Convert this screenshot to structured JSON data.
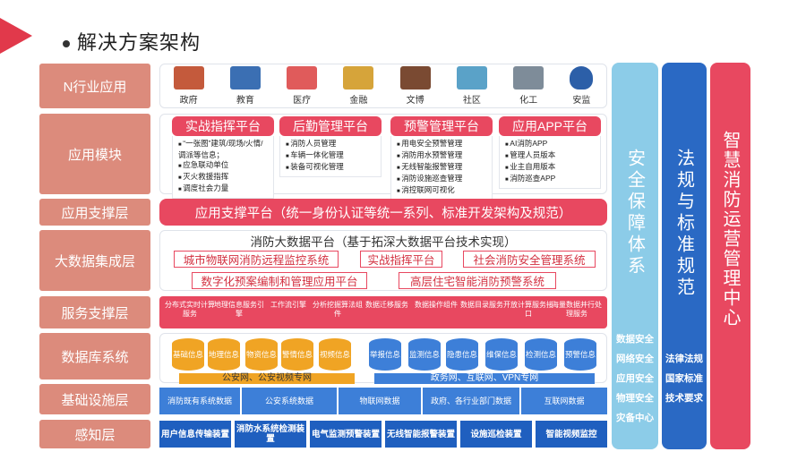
{
  "title": "解决方案架构",
  "layers": [
    "N行业应用",
    "应用模块",
    "应用支撑层",
    "大数据集成层",
    "服务支撑层",
    "数据库系统",
    "基础设施层",
    "感知层"
  ],
  "industries": [
    {
      "label": "政府",
      "color": "#c45a3c"
    },
    {
      "label": "教育",
      "color": "#3b6fb3"
    },
    {
      "label": "医疗",
      "color": "#e05b5b"
    },
    {
      "label": "金融",
      "color": "#d6a43a"
    },
    {
      "label": "文博",
      "color": "#7a4a32"
    },
    {
      "label": "社区",
      "color": "#5aa2c8"
    },
    {
      "label": "化工",
      "color": "#7e8c99"
    },
    {
      "label": "安监",
      "color": "#2c5fa8"
    }
  ],
  "modules": [
    {
      "title": "实战指挥平台",
      "items": [
        "“一张图”建筑/现场/火情/调派等信息；",
        "应急联动单位",
        "灭火救援指挥",
        "调度社会力量"
      ]
    },
    {
      "title": "后勤管理平台",
      "items": [
        "消防人员管理",
        "车辆一体化管理",
        "装备可视化管理"
      ]
    },
    {
      "title": "预警管理平台",
      "items": [
        "用电安全预警管理",
        "消防用水预警管理",
        "无线智能报警管理",
        "消防设施巡查管理",
        "消控联网可视化"
      ]
    },
    {
      "title": "应用APP平台",
      "items": [
        "AI消防APP",
        "管理人员版本",
        "业主自用版本",
        "消防巡查APP"
      ]
    }
  ],
  "support_platform": "应用支撑平台（统一身份认证等统一系列、标准开发架构及规范）",
  "bigdata": {
    "title": "消防大数据平台（基于拓深大数据平台技术实现）",
    "items": [
      "城市物联网消防远程监控系统",
      "实战指挥平台",
      "社会消防安全管理系统",
      "数字化预案编制和管理应用平台",
      "高层住宅智能消防预警系统"
    ]
  },
  "services": [
    "分布式实时计算服务",
    "地理信息服务引擎",
    "工作流引擎",
    "分析挖掘算法组件",
    "数据迁移服务",
    "数据操作组件",
    "数据目录服务",
    "开放计算服务接口",
    "海量数据并行处理服务"
  ],
  "databases_left": [
    "基础信息",
    "地理信息",
    "物资信息",
    "警情信息",
    "视频信息"
  ],
  "databases_right": [
    "举报信息",
    "监测信息",
    "隐患信息",
    "维保信息",
    "检测信息",
    "预警信息"
  ],
  "network_left": "公安网、公安视频专网",
  "network_right": "政务网、互联网、VPN专网",
  "infra": [
    "消防既有系统数据",
    "公安系统数据",
    "物联网数据",
    "政府、各行业部门数据",
    "互联网数据"
  ],
  "sensing": [
    "用户信息传输装置",
    "消防水系统检测装置",
    "电气监测预警装置",
    "无线智能报警装置",
    "设施巡检装置",
    "智能视频监控"
  ],
  "columns": {
    "security": {
      "title": "安全保障体系",
      "items": [
        "数据安全",
        "网络安全",
        "应用安全",
        "物理安全",
        "灾备中心"
      ]
    },
    "standards": {
      "title": "法规与标准规范",
      "items": [
        "法律法规",
        "国家标准",
        "技术要求"
      ]
    },
    "ops": {
      "title": "智慧消防运营管理中心"
    }
  }
}
